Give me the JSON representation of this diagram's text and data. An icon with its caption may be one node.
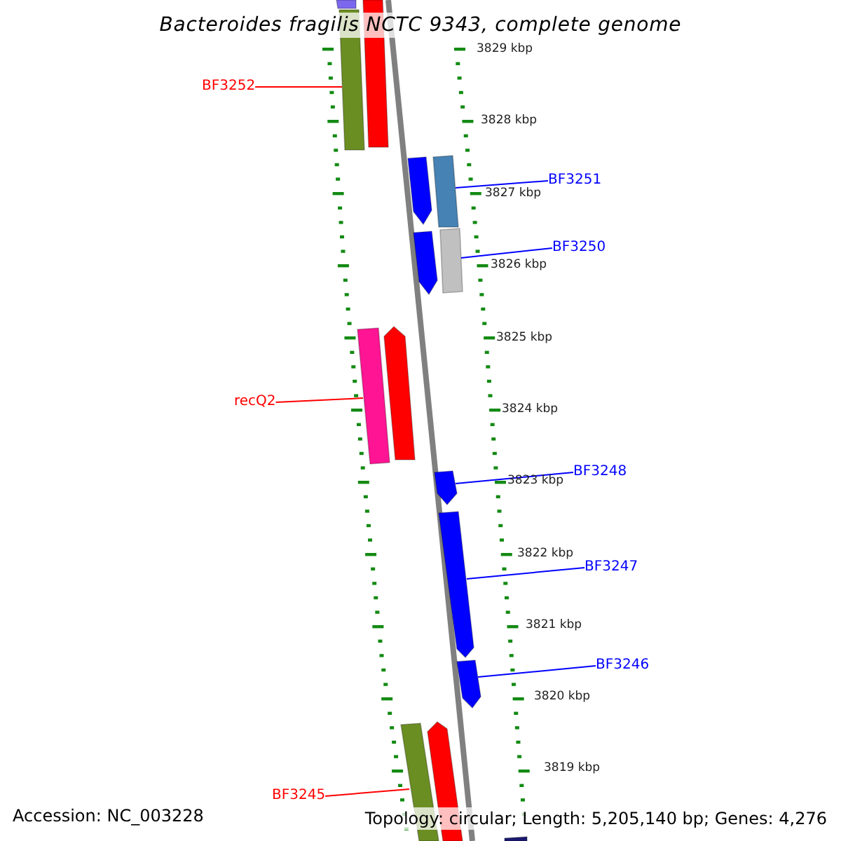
{
  "diagram": {
    "title": "Bacteroides fragilis NCTC 9343, complete genome",
    "nodes": [
      {
        "text": [],
        "shape": "bar"
      },
      {
        "text": [],
        "shape": "bar"
      },
      {
        "text": [],
        "shape": "bar"
      },
      {
        "text": [
          "BF3252"
        ]
      },
      {
        "text": [],
        "shape": "bar"
      },
      {
        "text": [],
        "shape": "bar"
      },
      {
        "text": [
          "BF3251"
        ]
      },
      {
        "text": [],
        "shape": "bar"
      },
      {
        "text": [],
        "shape": "bar"
      },
      {
        "text": [
          "BF3250"
        ]
      },
      {
        "text": [],
        "shape": "bar"
      },
      {
        "text": [],
        "shape": "bar"
      },
      {
        "text": [
          "recQ2"
        ]
      },
      {
        "text": [],
        "shape": "bar"
      },
      {
        "text": [
          "BF3248"
        ]
      },
      {
        "text": [],
        "shape": "bar"
      },
      {
        "text": [
          "BF3247"
        ]
      },
      {
        "text": [],
        "shape": "bar"
      },
      {
        "text": [
          "BF3246"
        ]
      },
      {
        "text": [],
        "shape": "bar"
      },
      {
        "text": [],
        "shape": "bar"
      },
      {
        "text": [
          "BF3245"
        ]
      },
      {
        "text": [],
        "shape": "bar"
      }
    ],
    "edges": [
      {
        "from": 3,
        "to": 1,
        "arrow": "none",
        "color": "#ff0000"
      },
      {
        "from": 6,
        "to": 5,
        "arrow": "none",
        "color": "#0000ff"
      },
      {
        "from": 9,
        "to": 8,
        "arrow": "none",
        "color": "#0000ff"
      },
      {
        "from": 12,
        "to": 10,
        "arrow": "none",
        "color": "#ff0000"
      },
      {
        "from": 14,
        "to": 13,
        "arrow": "none",
        "color": "#0000ff"
      },
      {
        "from": 16,
        "to": 15,
        "arrow": "none",
        "color": "#0000ff"
      },
      {
        "from": 18,
        "to": 17,
        "arrow": "none",
        "color": "#0000ff"
      },
      {
        "from": 21,
        "to": 19,
        "arrow": "none",
        "color": "#ff0000"
      }
    ],
    "labels": [
      "3829 kbp",
      "3828 kbp",
      "3827 kbp",
      "3826 kbp",
      "3825 kbp",
      "3824 kbp",
      "3823 kbp",
      "3822 kbp",
      "3821 kbp",
      "3820 kbp",
      "3819 kbp",
      "Accession: NC_003228",
      "Topology: circular; Length: 5,205,140 bp; Genes: 4,276"
    ]
  }
}
